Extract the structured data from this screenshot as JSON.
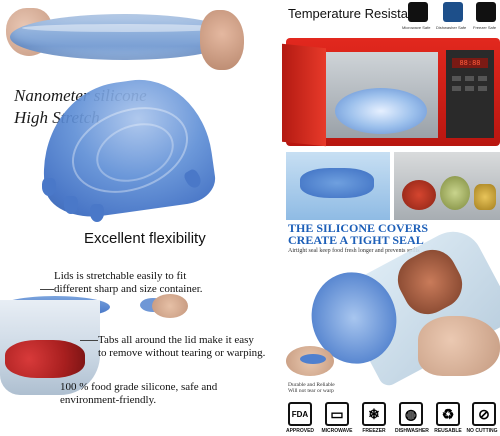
{
  "left_panel": {
    "caption_1": "Nanometer silicone",
    "caption_2": "High Stretch",
    "caption_3": "Excellent flexibility",
    "notes": [
      "Lids is stretchable easily to fit",
      "different sharp and size container.",
      "Tabs all around the lid make it easy",
      "to remove without tearing or warping.",
      "100 % food grade silicone, safe and",
      "environment-friendly."
    ]
  },
  "right_panel": {
    "temp_title": "Temperature Resistant:",
    "temp_icons": [
      {
        "icon": "microwave-icon",
        "label": "Microwave Safe",
        "color": "#111111"
      },
      {
        "icon": "dishwasher-icon",
        "label": "Dishwasher Safe",
        "color": "#1d4f8a"
      },
      {
        "icon": "freezer-icon",
        "label": "Freezer Safe",
        "color": "#111111"
      }
    ],
    "microwave_display": "88:88",
    "seal_title_1": "THE SILICONE COVERS",
    "seal_title_2": "CREATE A TIGHT SEAL",
    "seal_subtitle": "Airtight seal keep food fresh longer and prevents spills",
    "durable_1": "Durable and Reliable",
    "durable_2": "Will not tear or warp"
  },
  "badges": [
    {
      "icon": "fda-icon",
      "glyph": "FDA",
      "label": "APPROVED"
    },
    {
      "icon": "microwave-icon",
      "glyph": "▭",
      "label": "MICROWAVE"
    },
    {
      "icon": "snowflake-icon",
      "glyph": "❄",
      "label": "FREEZER"
    },
    {
      "icon": "dishwasher-icon",
      "glyph": "◍",
      "label": "DISHWASHER"
    },
    {
      "icon": "recycle-icon",
      "glyph": "♻",
      "label": "REUSABLE"
    },
    {
      "icon": "no-cutting-icon",
      "glyph": "⊘",
      "label": "NO CUTTING"
    }
  ],
  "colors": {
    "lid_blue": "#5f8fd6",
    "seal_title": "#1d5fb8",
    "microwave_red": "#d9221a"
  }
}
